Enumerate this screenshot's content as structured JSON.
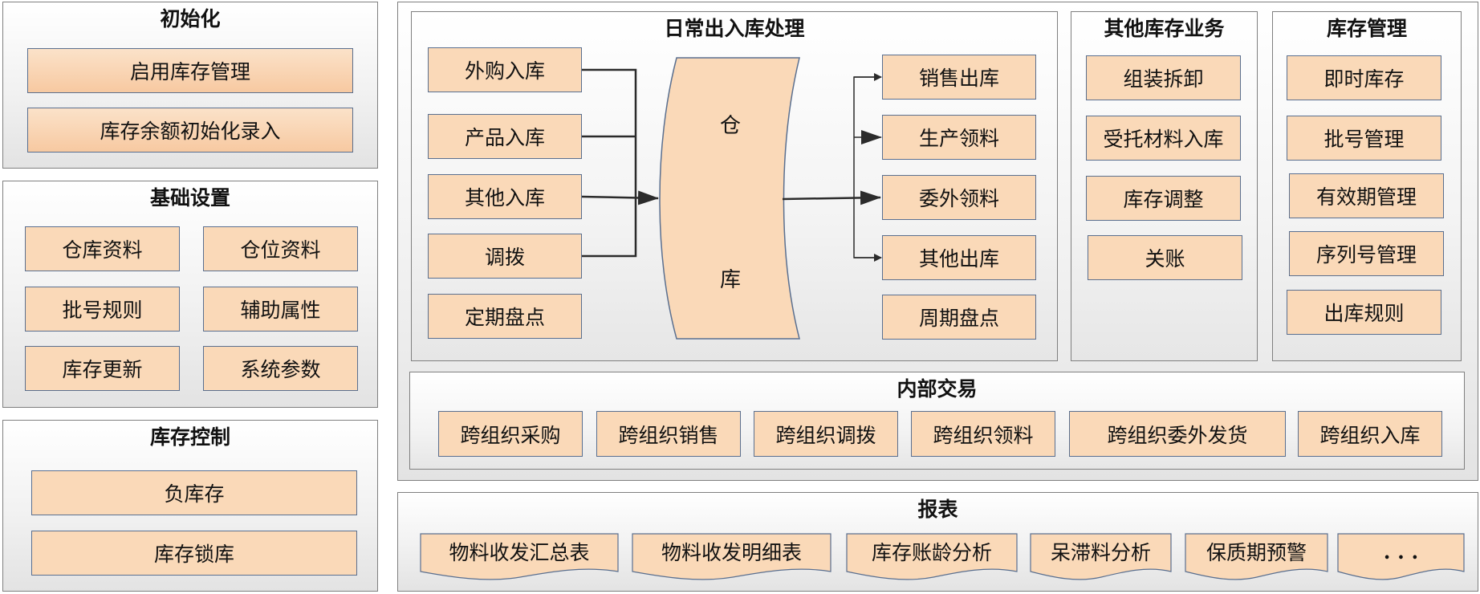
{
  "init": {
    "title": "初始化",
    "items": [
      "启用库存管理",
      "库存余额初始化录入"
    ]
  },
  "basic": {
    "title": "基础设置",
    "items": [
      "仓库资料",
      "仓位资料",
      "批号规则",
      "辅助属性",
      "库存更新",
      "系统参数"
    ]
  },
  "control": {
    "title": "库存控制",
    "items": [
      "负库存",
      "库存锁库"
    ]
  },
  "daily": {
    "title": "日常出入库处理",
    "inbound": [
      "外购入库",
      "产品入库",
      "其他入库",
      "调拨",
      "定期盘点"
    ],
    "outbound": [
      "销售出库",
      "生产领料",
      "委外领料",
      "其他出库",
      "周期盘点"
    ],
    "warehouse_char_1": "仓",
    "warehouse_char_2": "库"
  },
  "other": {
    "title": "其他库存业务",
    "items": [
      "组装拆卸",
      "受托材料入库",
      "库存调整",
      "关账"
    ]
  },
  "inventory": {
    "title": "库存管理",
    "items": [
      "即时库存",
      "批号管理",
      "有效期管理",
      "序列号管理",
      "出库规则"
    ]
  },
  "internal": {
    "title": "内部交易",
    "items": [
      "跨组织采购",
      "跨组织销售",
      "跨组织调拨",
      "跨组织领料",
      "跨组织委外发货",
      "跨组织入库"
    ]
  },
  "reports": {
    "title": "报表",
    "items": [
      "物料收发汇总表",
      "物料收发明细表",
      "库存账龄分析",
      "呆滞料分析",
      "保质期预警",
      ". . ."
    ]
  },
  "colors": {
    "box_fill": "#fad9b8",
    "box_border": "#5a6f8f",
    "panel_border": "#7f7f7f",
    "arrow": "#2b2b2b"
  }
}
